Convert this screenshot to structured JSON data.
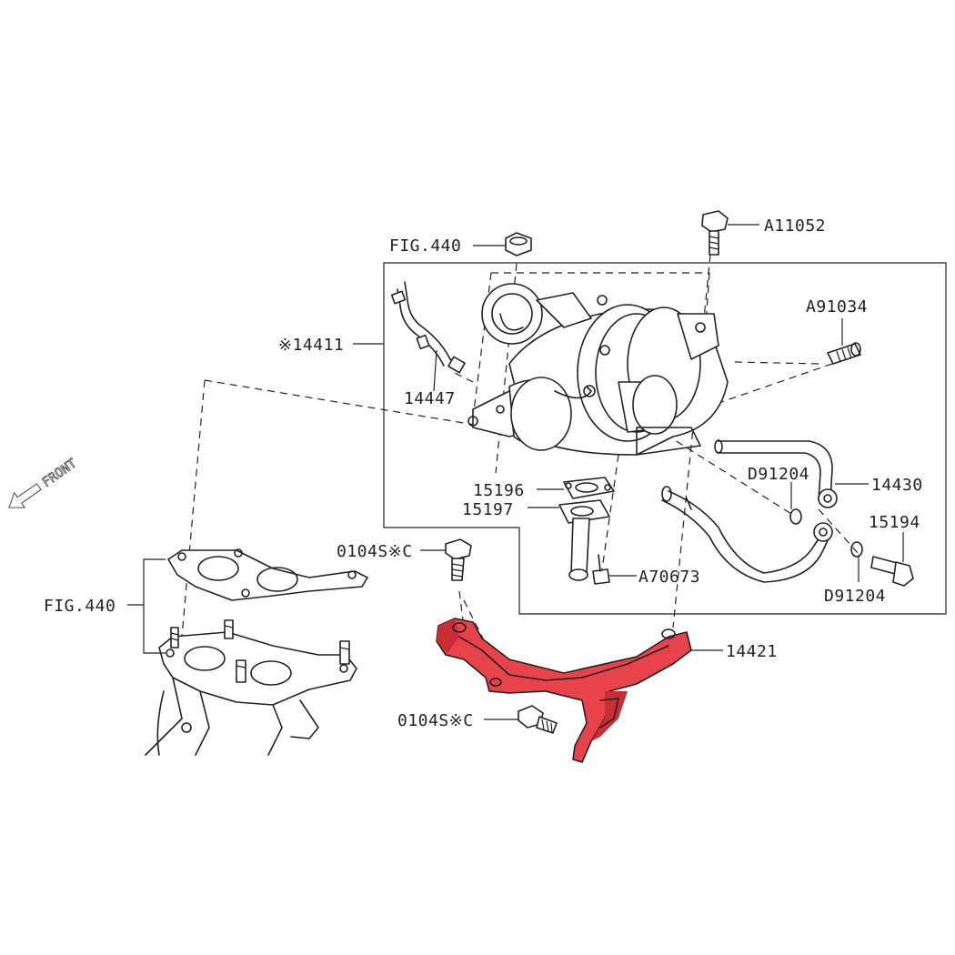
{
  "diagram": {
    "highlight_color": "#e8424a",
    "labels": {
      "fig440_top": "FIG.440",
      "a11052": "A11052",
      "a91034": "A91034",
      "p14411": "※14411",
      "p14447": "14447",
      "p15196": "15196",
      "p15197": "15197",
      "d91204_top": "D91204",
      "p14430": "14430",
      "p15194": "15194",
      "d91204_bottom": "D91204",
      "p0104sc_top": "0104S※C",
      "a70673": "A70673",
      "fig440_left": "FIG.440",
      "p14421": "14421",
      "p0104sc_bottom": "0104S※C",
      "front": "FRONT"
    }
  }
}
